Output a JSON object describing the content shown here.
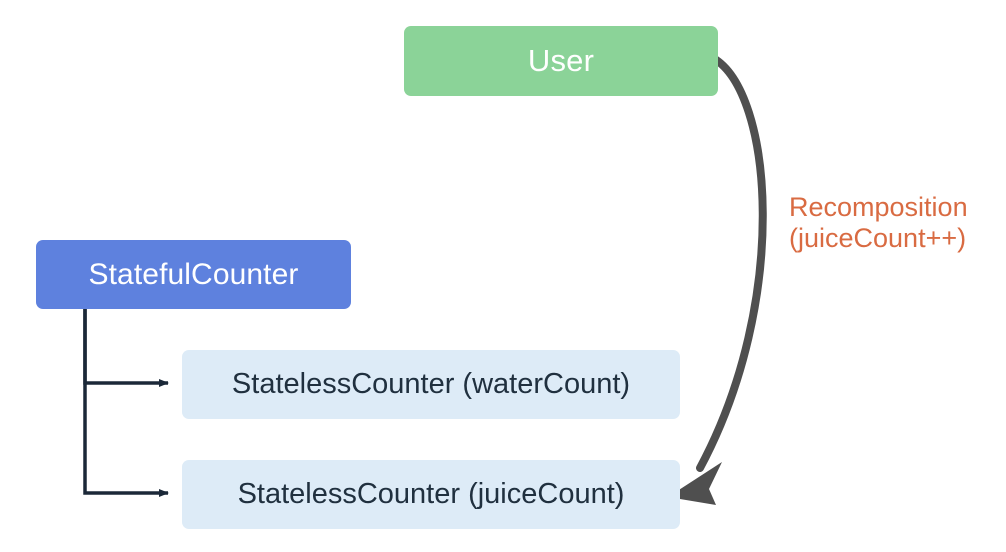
{
  "diagram": {
    "title": "Compose state hoisting recomposition diagram",
    "background_color": "#ffffff",
    "nodes": {
      "user": {
        "label": "User",
        "fill_color": "#8BD398",
        "text_color": "#ffffff"
      },
      "stateful_counter": {
        "label": "StatefulCounter",
        "fill_color": "#5E81DE",
        "text_color": "#ffffff"
      },
      "stateless_water": {
        "label": "StatelessCounter (waterCount)",
        "fill_color": "#DDEBF7",
        "text_color": "#20303F"
      },
      "stateless_juice": {
        "label": "StatelessCounter (juiceCount)",
        "fill_color": "#DDEBF7",
        "text_color": "#20303F"
      }
    },
    "annotation": {
      "line1": "Recomposition",
      "line2": "(juiceCount++)",
      "text_color": "#D96B42"
    },
    "edges": {
      "tree_connector_color": "#1B2838",
      "recomposition_arrow_color": "#4F4F4F"
    }
  }
}
